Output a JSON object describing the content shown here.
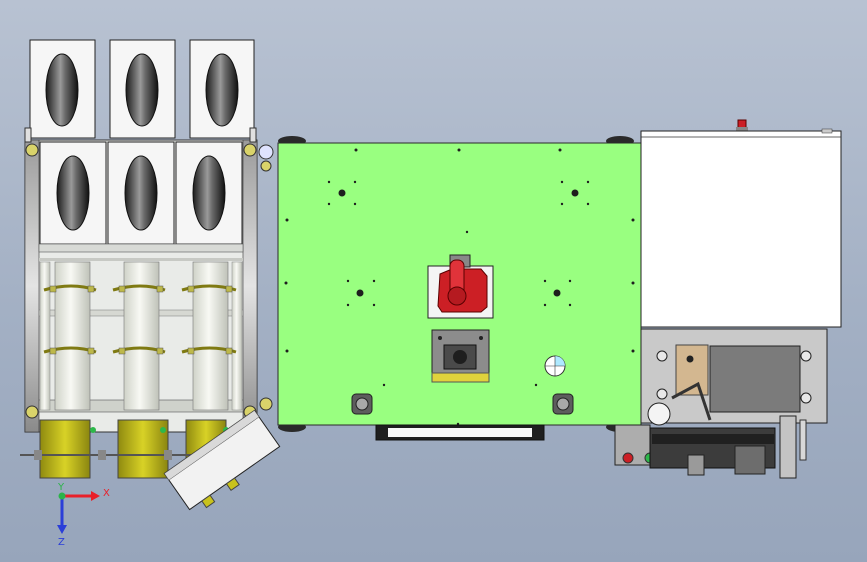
{
  "viewport": {
    "background_top": "#b8c2d2",
    "background_bottom": "#97a5bb"
  },
  "triad": {
    "x_label": "X",
    "y_label": "Y",
    "z_label": "Z",
    "x_color": "#e8202a",
    "y_color": "#2bb34a",
    "z_color": "#2a3ed8"
  },
  "colors": {
    "plate_green": "#99ff80",
    "handle_red": "#cc1f25",
    "bracket_yellow": "#c8c21c",
    "panel_gray": "#c9c9c9",
    "cylinder_white": "#eef0ea"
  }
}
